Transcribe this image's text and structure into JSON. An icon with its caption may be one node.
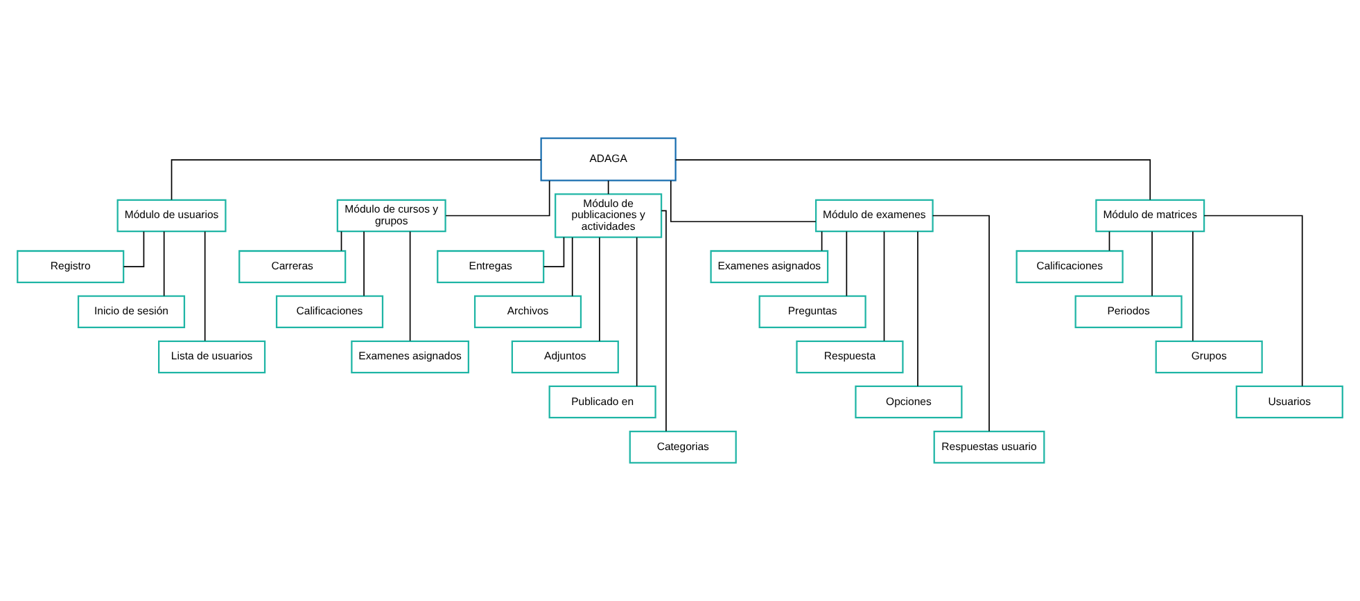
{
  "diagram": {
    "nodes": [
      {
        "text": [
          "ADAGA"
        ]
      },
      {
        "text": [
          "Módulo de usuarios"
        ]
      },
      {
        "text": [
          "Registro"
        ]
      },
      {
        "text": [
          "Inicio de sesión"
        ]
      },
      {
        "text": [
          "Lista de usuarios"
        ]
      },
      {
        "text": [
          "Módulo de cursos y grupos"
        ]
      },
      {
        "text": [
          "Carreras"
        ]
      },
      {
        "text": [
          "Calificaciones"
        ]
      },
      {
        "text": [
          "Examenes asignados"
        ]
      },
      {
        "text": [
          "Módulo de publicaciones y actividades"
        ]
      },
      {
        "text": [
          "Entregas"
        ]
      },
      {
        "text": [
          "Archivos"
        ]
      },
      {
        "text": [
          "Adjuntos"
        ]
      },
      {
        "text": [
          "Publicado en"
        ]
      },
      {
        "text": [
          "Categorias"
        ]
      },
      {
        "text": [
          "Módulo de examenes"
        ]
      },
      {
        "text": [
          "Examenes asignados"
        ]
      },
      {
        "text": [
          "Preguntas"
        ]
      },
      {
        "text": [
          "Respuesta"
        ]
      },
      {
        "text": [
          "Opciones"
        ]
      },
      {
        "text": [
          "Respuestas usuario"
        ]
      },
      {
        "text": [
          "Módulo de matrices"
        ]
      },
      {
        "text": [
          "Calificaciones"
        ]
      },
      {
        "text": [
          "Periodos"
        ]
      },
      {
        "text": [
          "Grupos"
        ]
      },
      {
        "text": [
          "Usuarios"
        ]
      }
    ],
    "edges": [
      {
        "from": 0,
        "to": 1,
        "arrow": "none"
      },
      {
        "from": 0,
        "to": 5,
        "arrow": "none"
      },
      {
        "from": 0,
        "to": 9,
        "arrow": "none"
      },
      {
        "from": 0,
        "to": 15,
        "arrow": "none"
      },
      {
        "from": 0,
        "to": 21,
        "arrow": "none"
      },
      {
        "from": 1,
        "to": 2,
        "arrow": "none"
      },
      {
        "from": 1,
        "to": 3,
        "arrow": "none"
      },
      {
        "from": 1,
        "to": 4,
        "arrow": "none"
      },
      {
        "from": 5,
        "to": 6,
        "arrow": "none"
      },
      {
        "from": 5,
        "to": 7,
        "arrow": "none"
      },
      {
        "from": 5,
        "to": 8,
        "arrow": "none"
      },
      {
        "from": 9,
        "to": 10,
        "arrow": "none"
      },
      {
        "from": 9,
        "to": 11,
        "arrow": "none"
      },
      {
        "from": 9,
        "to": 12,
        "arrow": "none"
      },
      {
        "from": 9,
        "to": 13,
        "arrow": "none"
      },
      {
        "from": 9,
        "to": 14,
        "arrow": "none"
      },
      {
        "from": 15,
        "to": 16,
        "arrow": "none"
      },
      {
        "from": 15,
        "to": 17,
        "arrow": "none"
      },
      {
        "from": 15,
        "to": 18,
        "arrow": "none"
      },
      {
        "from": 15,
        "to": 19,
        "arrow": "none"
      },
      {
        "from": 15,
        "to": 20,
        "arrow": "none"
      },
      {
        "from": 21,
        "to": 22,
        "arrow": "none"
      },
      {
        "from": 21,
        "to": 23,
        "arrow": "none"
      },
      {
        "from": 21,
        "to": 24,
        "arrow": "none"
      },
      {
        "from": 21,
        "to": 25,
        "arrow": "none"
      }
    ]
  }
}
